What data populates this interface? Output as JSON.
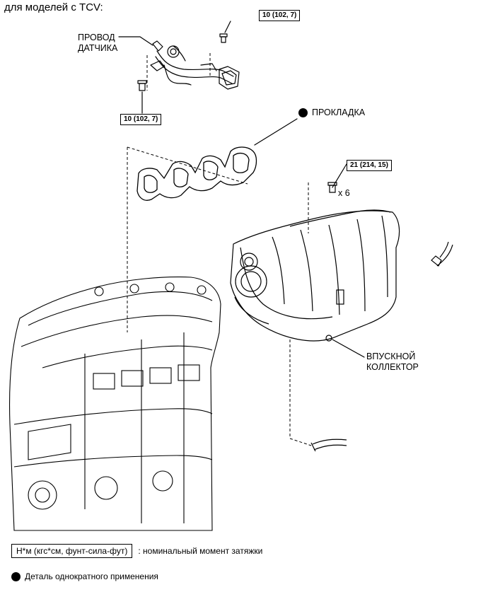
{
  "header": {
    "title": "для моделей с TCV:"
  },
  "labels": {
    "sensor_wire_line1": "ПРОВОД",
    "sensor_wire_line2": "ДАТЧИКА",
    "gasket": "ПРОКЛАДКА",
    "intake_line1": "ВПУСКНОЙ",
    "intake_line2": "КОЛЛЕКТОР",
    "bolt_count": "x 6"
  },
  "torque": {
    "upper_right": "10 (102, 7)",
    "lower_left": "10 (102, 7)",
    "manifold": "21 (214, 15)"
  },
  "legend": {
    "unit_box": "Н*м (кгс*см, фунт-сила-фут)",
    "unit_desc": ": номинальный момент затяжки",
    "single_use": "Деталь однократного применения"
  },
  "colors": {
    "line": "#000000",
    "background": "#ffffff"
  }
}
